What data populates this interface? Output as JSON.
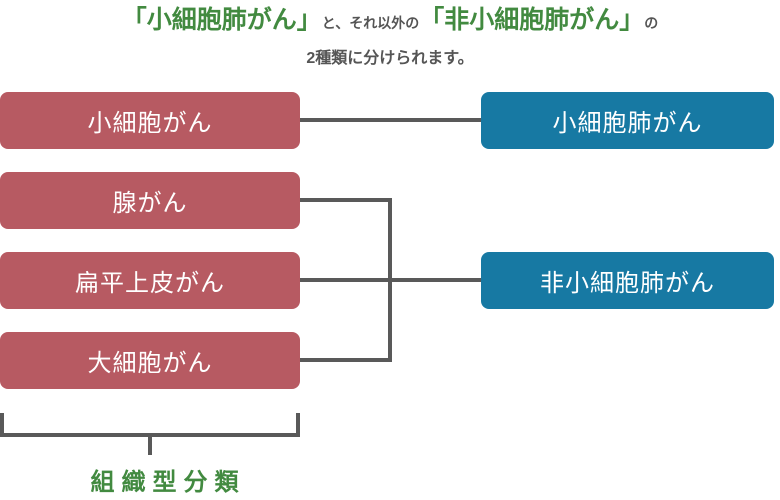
{
  "title": {
    "part1_green": "「小細胞肺がん」",
    "part2_gray": "と、それ以外の",
    "part3_green": "「非小細胞肺がん」",
    "part4_gray": "の",
    "line2": "2種類に分けられます。"
  },
  "diagram": {
    "histology_boxes": [
      {
        "label": "小細胞がん"
      },
      {
        "label": "腺がん"
      },
      {
        "label": "扁平上皮がん"
      },
      {
        "label": "大細胞がん"
      }
    ],
    "category_boxes": [
      {
        "label": "小細胞肺がん"
      },
      {
        "label": "非小細胞肺がん"
      }
    ],
    "bottom_label": "組織型分類"
  },
  "colors": {
    "histology_box": "#b75a62",
    "category_box": "#1779a3",
    "accent_green": "#428a40",
    "connector_gray": "#595959",
    "text_gray": "#555555",
    "background": "#ffffff"
  }
}
